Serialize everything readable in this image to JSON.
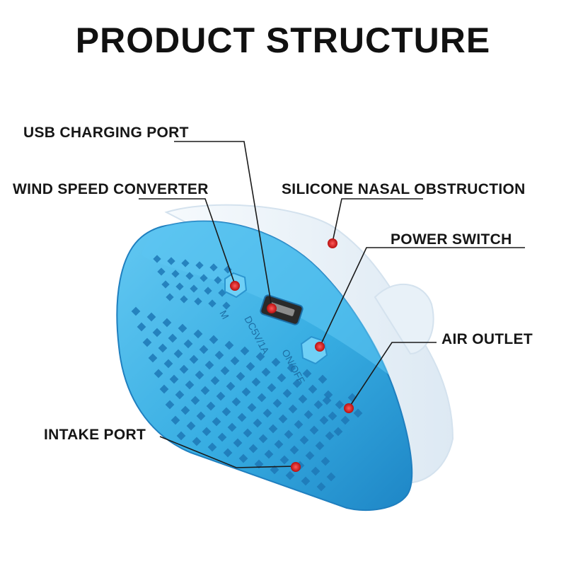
{
  "title": "PRODUCT STRUCTURE",
  "labels": {
    "usb_charging_port": "USB CHARGING PORT",
    "wind_speed_converter": "WIND SPEED CONVERTER",
    "silicone_nasal_obstruction": "SILICONE NASAL OBSTRUCTION",
    "power_switch": "POWER SWITCH",
    "air_outlet": "AIR OUTLET",
    "intake_port": "INTAKE PORT"
  },
  "device_markings": {
    "dc_rating": "DC5V/1A",
    "on_off": "ON/OFF",
    "mode": "M"
  },
  "colors": {
    "device_body": "#39b3e6",
    "device_shadow": "#1f7fbf",
    "silicone": "#eef5fb",
    "marker": "#d11818",
    "leader_line": "#1a1a1a"
  }
}
